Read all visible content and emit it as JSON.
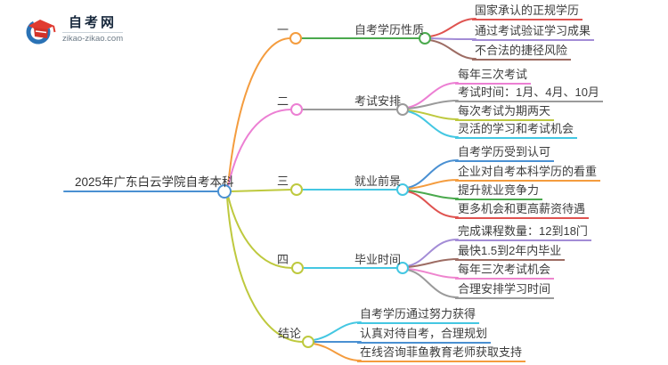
{
  "logo": {
    "site_name": "自考网",
    "site_domain": "zikao-zikao.com"
  },
  "palette": {
    "orange": "#f49c3e",
    "pink": "#ec7fd3",
    "olive": "#bec93e",
    "cyan": "#44c7e2",
    "green": "#4aa94d",
    "gray": "#9a9a9a",
    "blue": "#4a90d2",
    "red": "#df5350",
    "purple": "#a38cd6",
    "brown": "#9d6c63",
    "logo_blue": "#2a72b5",
    "logo_red": "#e03b31"
  },
  "mindmap": {
    "root": {
      "label": "2025年广东白云学院自考本科",
      "color": "#4a90d2"
    },
    "branches": [
      {
        "index_label": "一",
        "index_color": "#f49c3e",
        "topic": {
          "label": "自考学历性质",
          "color": "#4aa94d"
        },
        "leaves": [
          {
            "label": "国家承认的正规学历",
            "color": "#df5350"
          },
          {
            "label": "通过考试验证学习成果",
            "color": "#a38cd6"
          },
          {
            "label": "不合法的捷径风险",
            "color": "#9d6c63"
          }
        ]
      },
      {
        "index_label": "二",
        "index_color": "#ec7fd3",
        "topic": {
          "label": "考试安排",
          "color": "#9a9a9a"
        },
        "leaves": [
          {
            "label": "每年三次考试",
            "color": "#ec7fd3"
          },
          {
            "label": "考试时间：1月、4月、10月",
            "color": "#9a9a9a"
          },
          {
            "label": "每次考试为期两天",
            "color": "#bec93e"
          },
          {
            "label": "灵活的学习和考试机会",
            "color": "#44c7e2"
          }
        ]
      },
      {
        "index_label": "三",
        "index_color": "#bec93e",
        "topic": {
          "label": "就业前景",
          "color": "#44c7e2"
        },
        "leaves": [
          {
            "label": "自考学历受到认可",
            "color": "#4a90d2"
          },
          {
            "label": "企业对自考本科学历的看重",
            "color": "#f49c3e"
          },
          {
            "label": "提升就业竞争力",
            "color": "#4aa94d"
          },
          {
            "label": "更多机会和更高薪资待遇",
            "color": "#df5350"
          }
        ]
      },
      {
        "index_label": "四",
        "index_color": "#bec93e",
        "topic": {
          "label": "毕业时间",
          "color": "#44c7e2"
        },
        "leaves": [
          {
            "label": "完成课程数量：12到18门",
            "color": "#a38cd6"
          },
          {
            "label": "最快1.5到2年内毕业",
            "color": "#9d6c63"
          },
          {
            "label": "每年三次考试机会",
            "color": "#ee85ce"
          },
          {
            "label": "合理安排学习时间",
            "color": "#9a9a9a"
          }
        ]
      },
      {
        "index_label": "结论",
        "index_color": "#bec93e",
        "topic": null,
        "leaves": [
          {
            "label": "自考学历通过努力获得",
            "color": "#44c7e2"
          },
          {
            "label": "认真对待自考，合理规划",
            "color": "#4a90d2"
          },
          {
            "label": "在线咨询菲鱼教育老师获取支持",
            "color": "#f49c3e"
          }
        ]
      }
    ]
  }
}
